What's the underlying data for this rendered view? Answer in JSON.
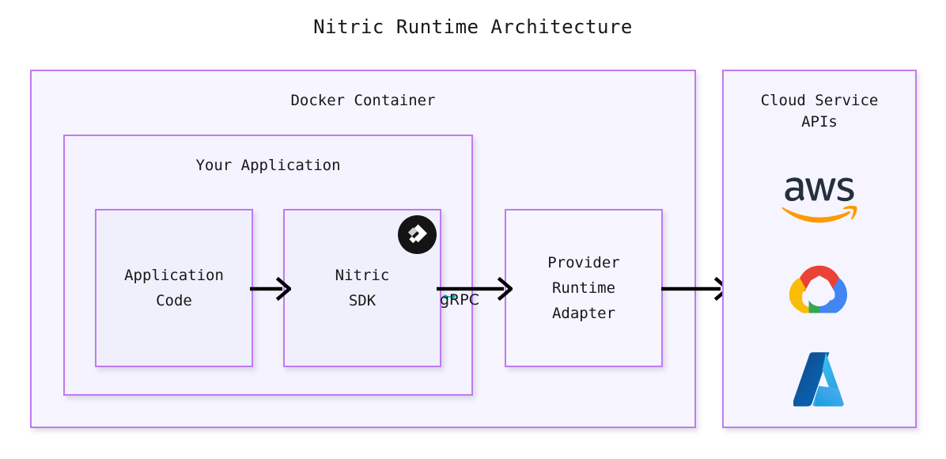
{
  "title": "Nitric Runtime Architecture",
  "colors": {
    "box_border": "#c07af0",
    "box_fill": "#f4f4fe",
    "page_background": "#ffffff",
    "text": "#17181a",
    "arrow": "#000000",
    "grpc_marker": "#13b6b6",
    "aws_text": "#252f3e",
    "aws_arrow": "#f90",
    "gcp_red": "#ea4335",
    "gcp_blue": "#4285f4",
    "gcp_yellow": "#fbbc05",
    "gcp_green": "#34a853",
    "azure_dark": "#0f5fa8",
    "azure_light": "#35b4f2",
    "nitric_badge_bg": "#141414",
    "nitric_badge_glyph": "#ffffff"
  },
  "docker_container": {
    "label": "Docker Container",
    "your_application": {
      "label": "Your Application",
      "boxes": [
        {
          "name": "application-code",
          "label": "Application\nCode"
        },
        {
          "name": "nitric-sdk",
          "label": "Nitric\nSDK",
          "badge": "nitric-logo-icon"
        }
      ]
    },
    "provider_adapter": {
      "name": "provider-runtime-adapter",
      "label": "Provider\nRuntime\nAdapter"
    }
  },
  "cloud_panel": {
    "label": "Cloud Service\nAPIs",
    "logos": [
      {
        "name": "aws-logo-icon",
        "label": "aws"
      },
      {
        "name": "google-cloud-logo-icon",
        "label": "Google Cloud"
      },
      {
        "name": "azure-logo-icon",
        "label": "Azure"
      }
    ]
  },
  "connections": [
    {
      "name": "arrow-code-to-sdk",
      "label": "",
      "from": "application-code",
      "to": "nitric-sdk"
    },
    {
      "name": "arrow-sdk-to-adapter",
      "label": "gRPC",
      "from": "nitric-sdk",
      "to": "provider-runtime-adapter"
    },
    {
      "name": "arrow-adapter-to-cloud",
      "label": "",
      "from": "provider-runtime-adapter",
      "to": "cloud-service-apis"
    }
  ]
}
